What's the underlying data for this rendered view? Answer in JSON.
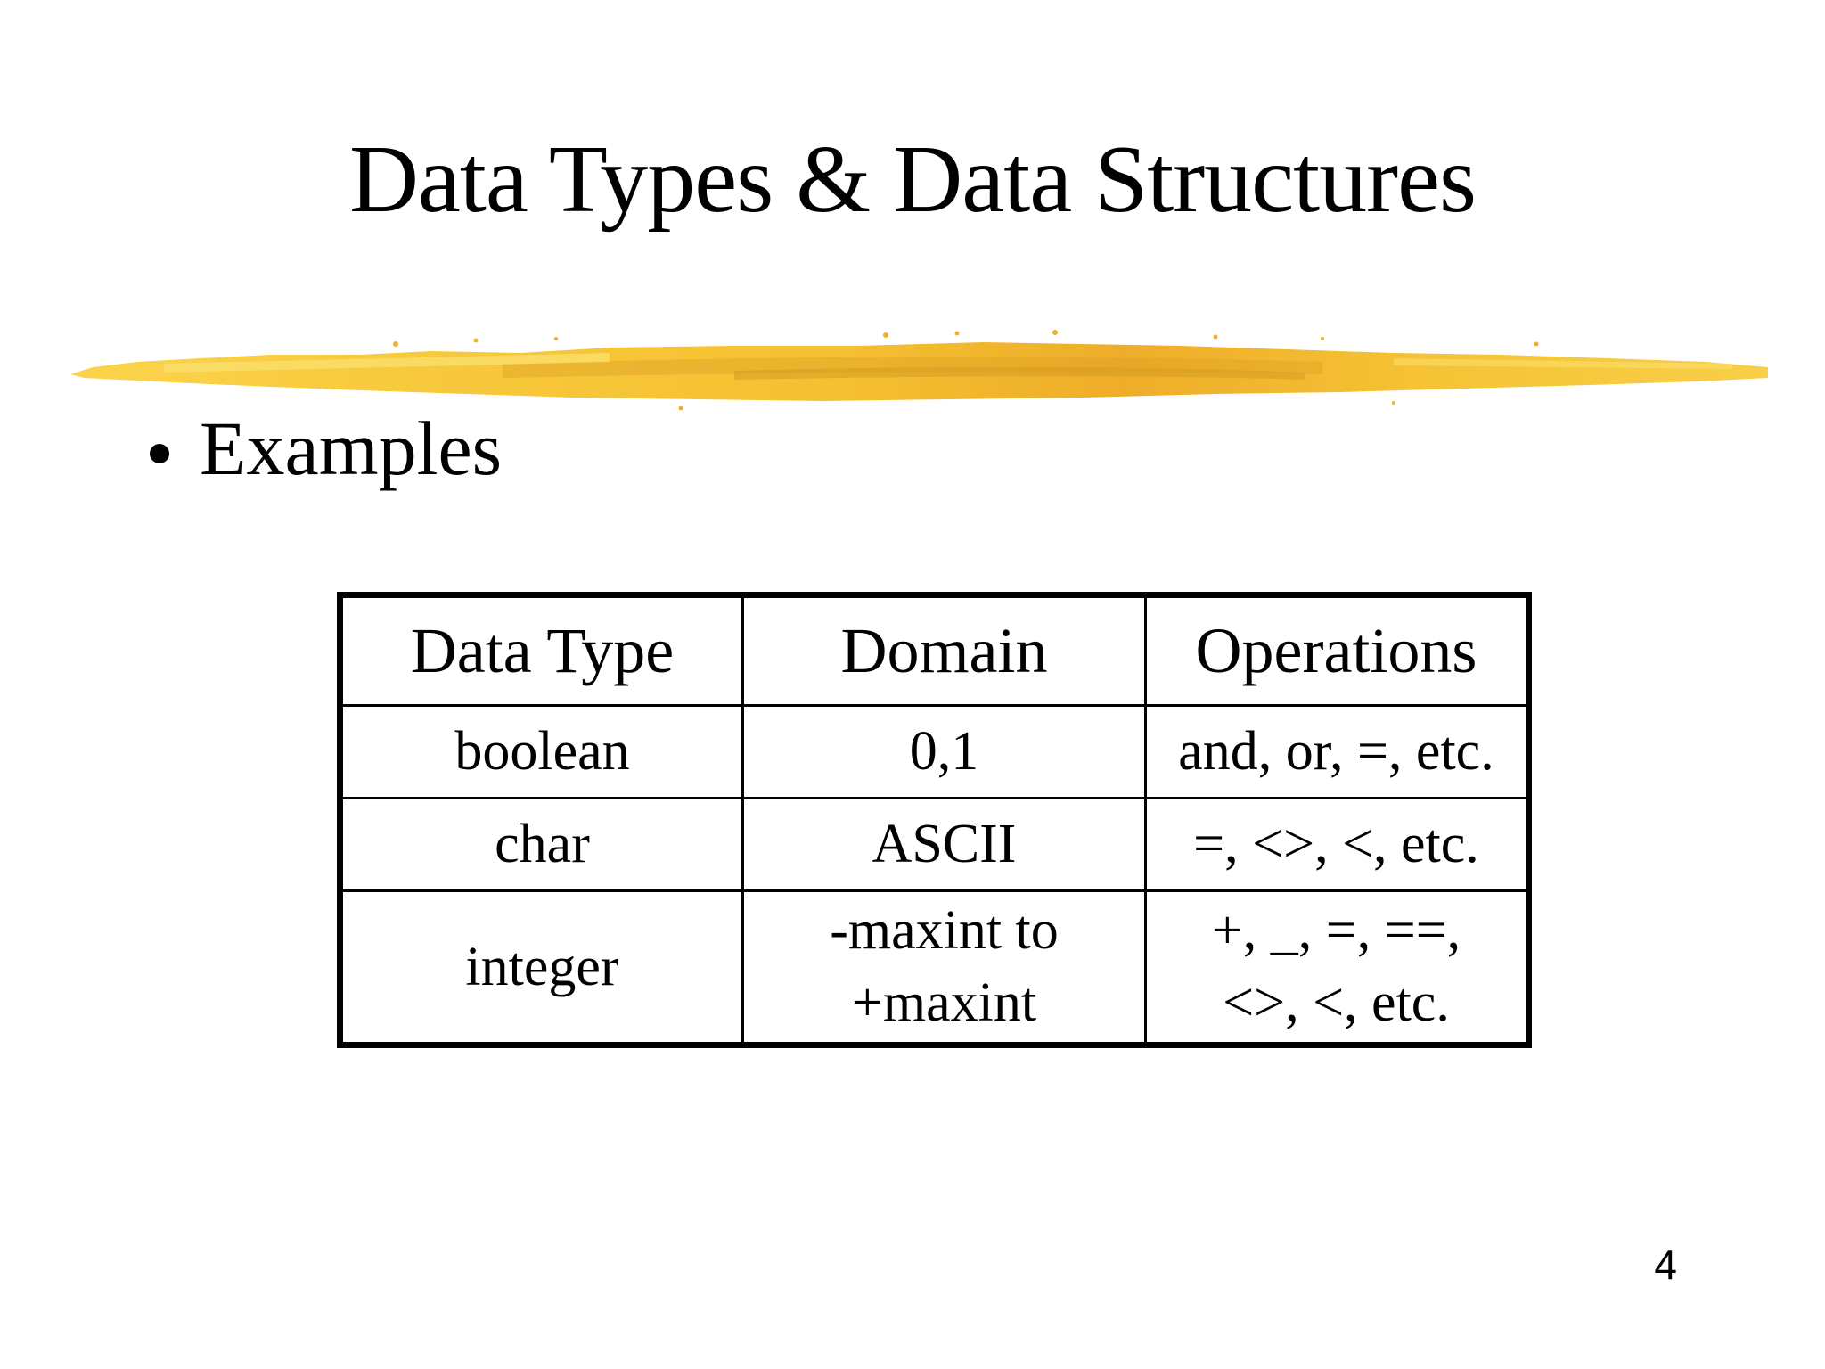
{
  "slide": {
    "title": "Data Types & Data Structures",
    "bullet_label": "Examples",
    "page_number": "4"
  },
  "table": {
    "headers": [
      "Data Type",
      "Domain",
      "Operations"
    ],
    "rows": [
      [
        "boolean",
        "0,1",
        "and, or, =, etc."
      ],
      [
        "char",
        "ASCII",
        "=, <>, <, etc."
      ],
      [
        "integer",
        "-maxint to\n+maxint",
        "+, _, =, ==,\n<>, <, etc."
      ]
    ]
  },
  "colors": {
    "text": "#000000",
    "background": "#ffffff",
    "brush_main_light": "#fbd44c",
    "brush_main": "#f6c336",
    "brush_dark_streak": "#dfa125",
    "brush_deep_streak": "#d29a20",
    "brush_highlight": "#fbe372",
    "brush_speck": "#efb02c"
  }
}
